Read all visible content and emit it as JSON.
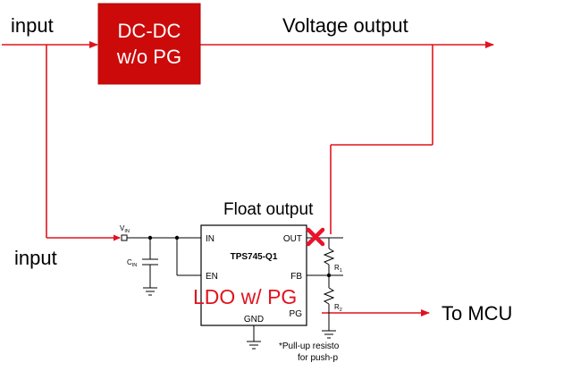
{
  "colors": {
    "signal_red": "#e0141e",
    "block_fill": "#cc0a0a",
    "block_text": "#ffffff",
    "black": "#000000",
    "mark_red": "#e8132a"
  },
  "labels": {
    "top_input": "input",
    "dcdc_line1": "DC-DC",
    "dcdc_line2": "w/o PG",
    "voltage_output": "Voltage output",
    "float_output": "Float output",
    "bottom_input": "input",
    "ldo_pg": "LDO w/ PG",
    "to_mcu": "To MCU"
  },
  "schematic": {
    "vin": "V",
    "vin_sub": "IN",
    "cin": "C",
    "cin_sub": "IN",
    "chip_name": "TPS745-Q1",
    "pin_in": "IN",
    "pin_en": "EN",
    "pin_out": "OUT",
    "pin_fb": "FB",
    "pin_pg": "PG",
    "pin_gnd": "GND",
    "r1": "R",
    "r1_sub": "1",
    "r2": "R",
    "r2_sub": "2",
    "note_line1": "*Pull-up resisto",
    "note_line2": "for push-p"
  },
  "marks": {
    "disconnect": "cross-mark-icon"
  }
}
